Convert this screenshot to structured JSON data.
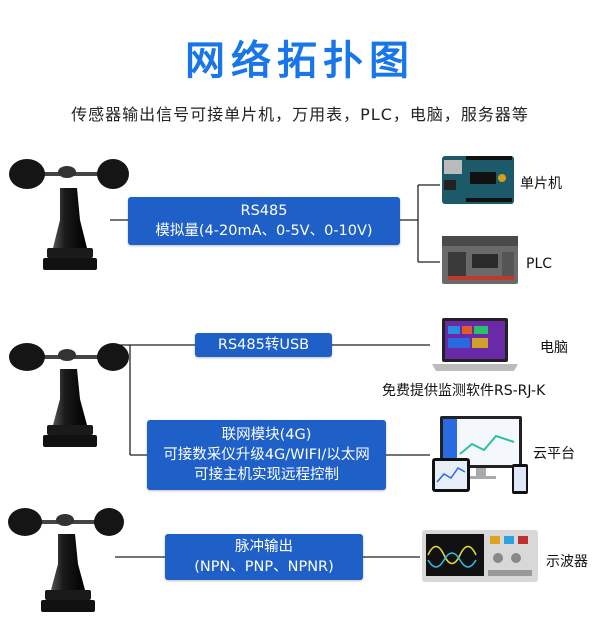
{
  "title": "网络拓扑图",
  "subtitle": "传感器输出信号可接单片机，万用表，PLC，电脑，服务器等",
  "group1": {
    "box": {
      "line1": "RS485",
      "line2": "模拟量(4-20mA、0-5V、0-10V)"
    },
    "targets": {
      "mcu": "单片机",
      "plc": "PLC"
    }
  },
  "group2": {
    "box_usb": "RS485转USB",
    "computer_label": "电脑",
    "software": "免费提供监测软件RS-RJ-K",
    "box_net": {
      "line1": "联网模块(4G)",
      "line2": "可接数采仪升级4G/WIFI/以太网",
      "line3": "可接主机实现远程控制"
    },
    "cloud_label": "云平台"
  },
  "group3": {
    "box": {
      "line1": "脉冲输出",
      "line2": "(NPN、PNP、NPNR)"
    },
    "scope_label": "示波器"
  },
  "colors": {
    "accent": "#1976e8",
    "box": "#1e5fc8",
    "line": "#222222"
  }
}
